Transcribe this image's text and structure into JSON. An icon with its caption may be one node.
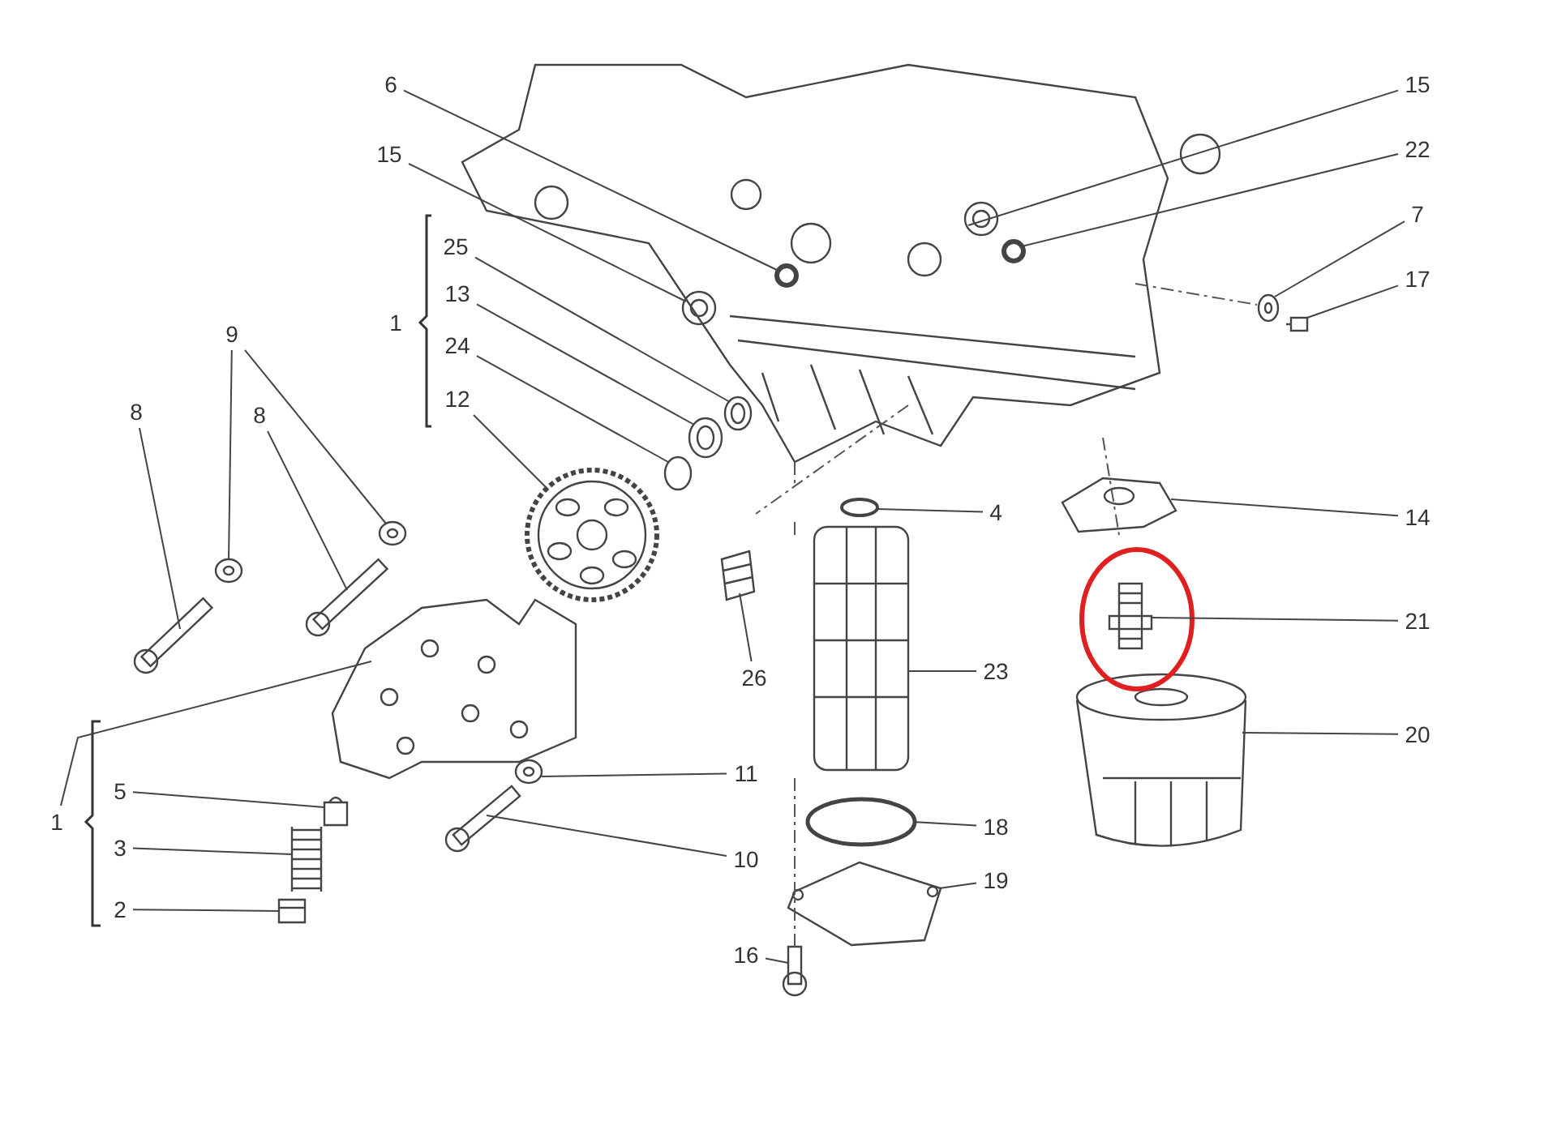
{
  "diagram": {
    "nodes": [
      {
        "text": [
          "6"
        ]
      },
      {
        "text": [
          "15"
        ]
      },
      {
        "text": [
          "15"
        ]
      },
      {
        "text": [
          "22"
        ]
      },
      {
        "text": [
          "25"
        ]
      },
      {
        "text": [
          "7"
        ]
      },
      {
        "text": [
          "13"
        ]
      },
      {
        "text": [
          "17"
        ]
      },
      {
        "text": [
          "9"
        ]
      },
      {
        "text": [
          "24"
        ]
      },
      {
        "text": [
          "8"
        ]
      },
      {
        "text": [
          "8"
        ]
      },
      {
        "text": [
          "12"
        ]
      },
      {
        "text": [
          "4"
        ]
      },
      {
        "text": [
          "14"
        ]
      },
      {
        "text": [
          "21"
        ]
      },
      {
        "text": [
          "26"
        ]
      },
      {
        "text": [
          "23"
        ]
      },
      {
        "text": [
          "1"
        ]
      },
      {
        "text": [
          "20"
        ]
      },
      {
        "text": [
          "11"
        ]
      },
      {
        "text": [
          "5"
        ]
      },
      {
        "text": [
          "18"
        ]
      },
      {
        "text": [
          "3"
        ]
      },
      {
        "text": [
          "10"
        ]
      },
      {
        "text": [
          "19"
        ]
      },
      {
        "text": [
          "2"
        ]
      },
      {
        "text": [
          "16"
        ]
      },
      {
        "text": [],
        "shape": "circle"
      },
      {
        "text": [],
        "shape": "picture"
      },
      {
        "text": [],
        "shape": "picture"
      },
      {
        "text": [],
        "shape": "circle"
      },
      {
        "text": [],
        "shape": "picture"
      },
      {
        "text": [],
        "shape": "picture"
      },
      {
        "text": [],
        "shape": "picture"
      },
      {
        "text": [],
        "shape": "picture"
      },
      {
        "text": [],
        "shape": "picture"
      },
      {
        "text": [],
        "shape": "picture"
      },
      {
        "text": [],
        "shape": "circle"
      },
      {
        "text": [],
        "shape": "picture"
      },
      {
        "text": [],
        "shape": "picture"
      },
      {
        "text": [],
        "shape": "picture"
      },
      {
        "text": [],
        "shape": "circle"
      },
      {
        "text": [],
        "shape": "picture"
      },
      {
        "text": [],
        "shape": "picture"
      },
      {
        "text": [],
        "shape": "picture"
      },
      {
        "text": [],
        "shape": "picture"
      },
      {
        "text": [],
        "shape": "picture"
      },
      {
        "text": [],
        "shape": "picture"
      },
      {
        "text": [],
        "shape": "picture"
      },
      {
        "text": [],
        "shape": "picture"
      },
      {
        "text": [],
        "shape": "circle"
      },
      {
        "text": [],
        "shape": "picture"
      },
      {
        "text": [],
        "shape": "picture"
      },
      {
        "text": [],
        "shape": "picture"
      },
      {
        "text": [],
        "shape": "picture"
      },
      {
        "text": [],
        "shape": "picture"
      }
    ],
    "edges": [
      {
        "from": 0,
        "to": 28,
        "arrow": "none"
      },
      {
        "from": 1,
        "to": 29,
        "arrow": "none"
      },
      {
        "from": 2,
        "to": 30,
        "arrow": "none"
      },
      {
        "from": 3,
        "to": 31,
        "arrow": "none"
      },
      {
        "from": 4,
        "to": 32,
        "arrow": "none"
      },
      {
        "from": 5,
        "to": 33,
        "arrow": "none"
      },
      {
        "from": 6,
        "to": 34,
        "arrow": "none"
      },
      {
        "from": 7,
        "to": 35,
        "arrow": "none"
      },
      {
        "from": 8,
        "to": 36,
        "arrow": "none"
      },
      {
        "from": 8,
        "to": 37,
        "arrow": "none"
      },
      {
        "from": 9,
        "to": 38,
        "arrow": "none"
      },
      {
        "from": 10,
        "to": 39,
        "arrow": "none"
      },
      {
        "from": 11,
        "to": 40,
        "arrow": "none"
      },
      {
        "from": 12,
        "to": 41,
        "arrow": "none"
      },
      {
        "from": 13,
        "to": 42,
        "arrow": "none"
      },
      {
        "from": 14,
        "to": 43,
        "arrow": "none"
      },
      {
        "from": 15,
        "to": 44,
        "arrow": "none"
      },
      {
        "from": 16,
        "to": 45,
        "arrow": "none"
      },
      {
        "from": 17,
        "to": 46,
        "arrow": "none"
      },
      {
        "from": 18,
        "to": 47,
        "arrow": "none"
      },
      {
        "from": 19,
        "to": 48,
        "arrow": "none"
      },
      {
        "from": 20,
        "to": 49,
        "arrow": "none"
      },
      {
        "from": 21,
        "to": 50,
        "arrow": "none"
      },
      {
        "from": 22,
        "to": 51,
        "arrow": "none"
      },
      {
        "from": 23,
        "to": 52,
        "arrow": "none"
      },
      {
        "from": 24,
        "to": 53,
        "arrow": "none"
      },
      {
        "from": 25,
        "to": 54,
        "arrow": "none"
      },
      {
        "from": 26,
        "to": 55,
        "arrow": "none"
      },
      {
        "from": 27,
        "to": 56,
        "arrow": "none"
      }
    ],
    "labels": [
      "1"
    ]
  }
}
